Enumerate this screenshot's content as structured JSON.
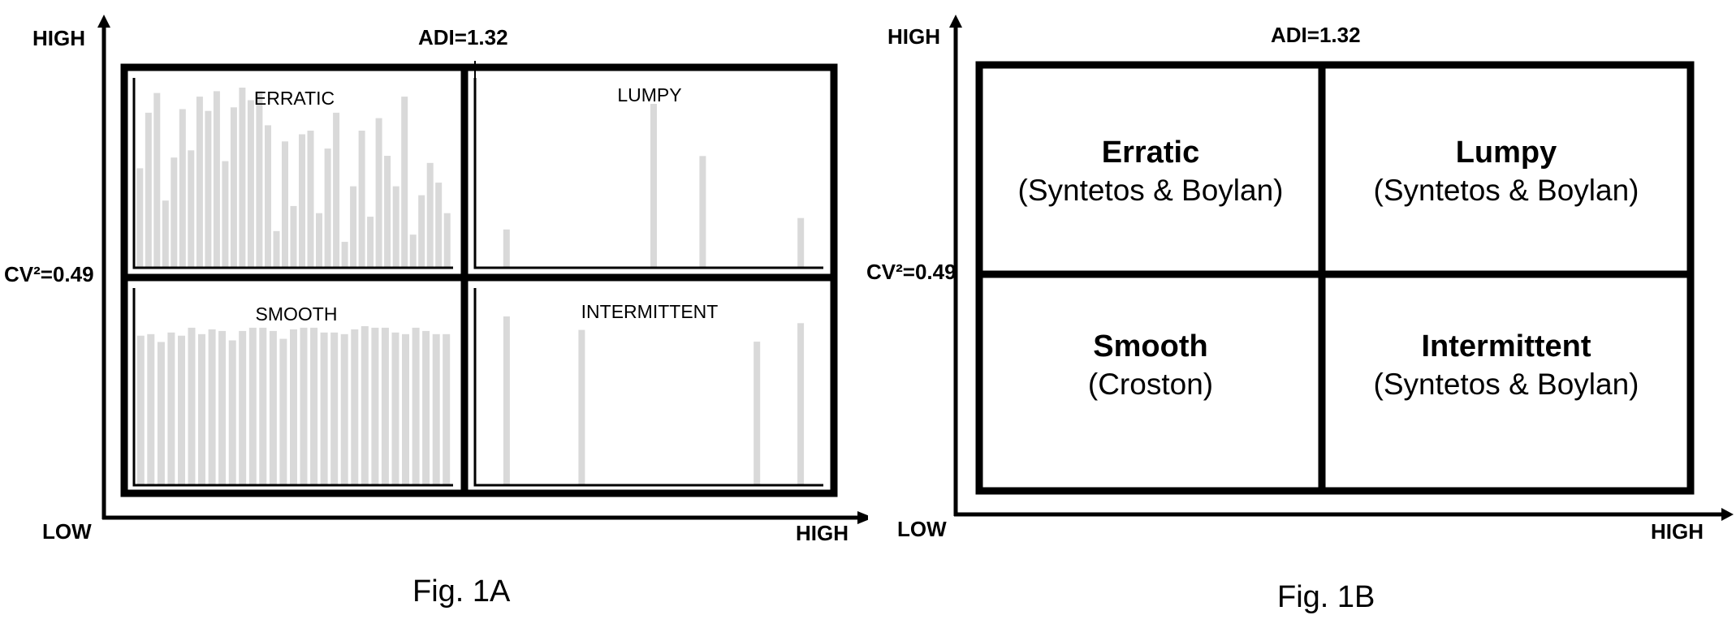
{
  "fig_a": {
    "caption": "Fig. 1A",
    "y_high": "HIGH",
    "y_low": "LOW",
    "x_high": "HIGH",
    "adi_label": "ADI=1.32",
    "cv_label": "CV²=0.49",
    "quadrants": {
      "erratic": {
        "label": "ERRATIC",
        "bars": [
          0.55,
          0.86,
          0.97,
          0.37,
          0.61,
          0.88,
          0.65,
          0.95,
          0.87,
          0.98,
          0.59,
          0.89,
          1.0,
          0.93,
          0.98,
          0.79,
          0.2,
          0.7,
          0.34,
          0.74,
          0.76,
          0.3,
          0.66,
          0.86,
          0.14,
          0.45,
          0.76,
          0.28,
          0.83,
          0.62,
          0.45,
          0.95,
          0.18,
          0.4,
          0.58,
          0.47,
          0.3
        ]
      },
      "lumpy": {
        "label": "LUMPY",
        "bars": [
          0.23,
          0.0,
          0.0,
          0.0,
          0.0,
          0.0,
          0.0,
          0.0,
          0.0,
          0.0,
          0.0,
          0.0,
          0.0,
          0.0,
          0.0,
          0.0,
          0.0,
          0.0,
          0.0,
          0.0,
          0.0,
          0.0,
          0.0,
          0.0,
          1.0,
          0.0,
          0.0,
          0.0,
          0.0,
          0.0,
          0.0,
          0.0,
          0.68,
          0.0,
          0.0,
          0.0,
          0.0,
          0.0,
          0.0,
          0.0,
          0.0,
          0.0,
          0.0,
          0.0,
          0.0,
          0.0,
          0.0,
          0.0,
          0.3
        ]
      },
      "smooth": {
        "label": "SMOOTH",
        "bars": [
          0.94,
          0.95,
          0.9,
          0.96,
          0.94,
          0.99,
          0.95,
          0.98,
          0.97,
          0.91,
          0.97,
          0.99,
          0.99,
          0.97,
          0.92,
          0.98,
          0.99,
          0.99,
          0.96,
          0.96,
          0.95,
          0.98,
          1.0,
          0.99,
          0.99,
          0.96,
          0.95,
          0.99,
          0.97,
          0.95,
          0.95
        ]
      },
      "intermittent": {
        "label": "INTERMITTENT",
        "bars": [
          1.0,
          0.0,
          0.0,
          0.0,
          0.0,
          0.0,
          0.0,
          0.0,
          0.0,
          0.0,
          0.0,
          0.0,
          0.92,
          0.0,
          0.0,
          0.0,
          0.0,
          0.0,
          0.0,
          0.0,
          0.0,
          0.0,
          0.0,
          0.0,
          0.0,
          0.0,
          0.0,
          0.0,
          0.0,
          0.0,
          0.0,
          0.0,
          0.0,
          0.0,
          0.0,
          0.0,
          0.0,
          0.0,
          0.0,
          0.0,
          0.85,
          0.0,
          0.0,
          0.0,
          0.0,
          0.0,
          0.0,
          0.96
        ]
      }
    }
  },
  "fig_b": {
    "caption": "Fig. 1B",
    "y_high": "HIGH",
    "y_low": "LOW",
    "x_high": "HIGH",
    "adi_label": "ADI=1.32",
    "cv_label": "CV²=0.49",
    "quadrants": {
      "erratic": {
        "title": "Erratic",
        "method": "(Syntetos & Boylan)"
      },
      "lumpy": {
        "title": "Lumpy",
        "method": "(Syntetos & Boylan)"
      },
      "smooth": {
        "title": "Smooth",
        "method": "(Croston)"
      },
      "intermittent": {
        "title": "Intermittent",
        "method": "(Syntetos & Boylan)"
      }
    }
  },
  "colors": {
    "bar": "#d9d9d9",
    "frame": "#000000"
  }
}
